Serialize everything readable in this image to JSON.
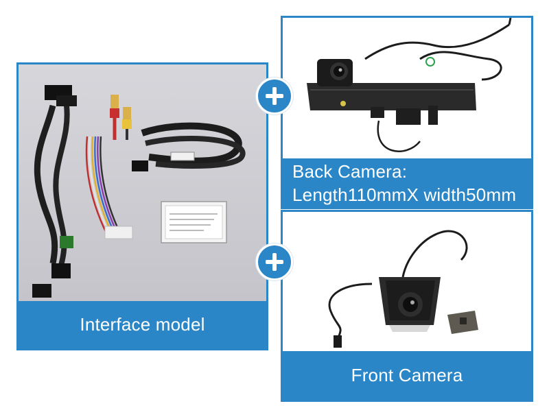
{
  "panels": {
    "interface": {
      "caption": "Interface model"
    },
    "back_camera": {
      "caption_line1": "Back Camera:",
      "caption_line2": "Length110mmX width50mm"
    },
    "front_camera": {
      "caption": "Front Camera"
    }
  },
  "icons": {
    "plus": "plus-icon"
  },
  "colors": {
    "accent": "#2a86c6",
    "photo_bg_left": "#cfcfd4",
    "photo_bg_right": "#ffffff"
  }
}
